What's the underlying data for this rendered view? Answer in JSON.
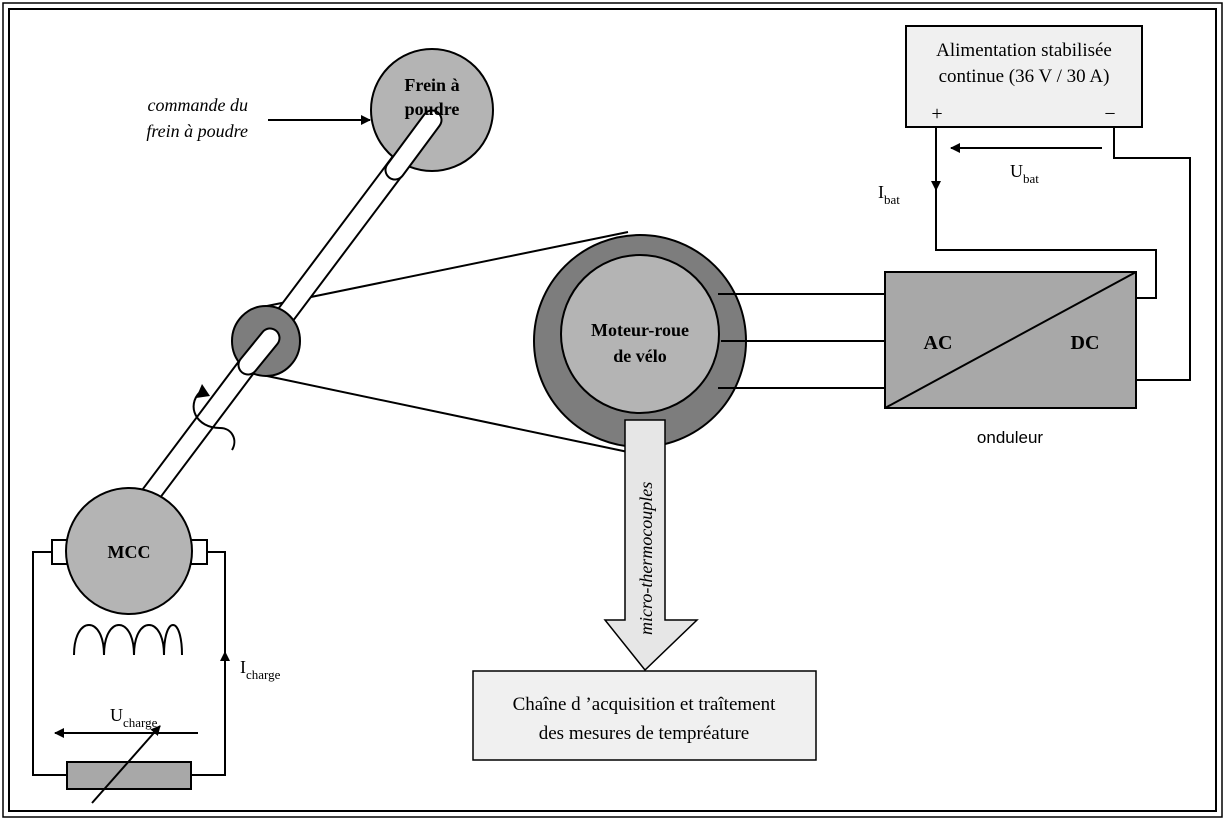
{
  "colors": {
    "light_gray": "#b4b4b4",
    "mid_gray": "#a8a8a8",
    "dark_gray": "#7d7d7d",
    "box_fill": "#f0f0f0",
    "arrow_fill": "#e6e6e6"
  },
  "brake": {
    "line1": "Frein à",
    "line2": "poudre"
  },
  "brake_command": {
    "line1": "commande du",
    "line2": "frein à poudre"
  },
  "wheel_motor": {
    "line1": "Moteur-roue",
    "line2": "de vélo"
  },
  "mcc": {
    "label": "MCC"
  },
  "inverter": {
    "ac": "AC",
    "dc": "DC",
    "caption": "onduleur"
  },
  "power_supply": {
    "line1": "Alimentation stabilisée",
    "line2": "continue (36 V / 30 A)",
    "plus": "+",
    "minus": "−"
  },
  "battery": {
    "i_main": "I",
    "i_sub": "bat",
    "u_main": "U",
    "u_sub": "bat"
  },
  "load": {
    "i_main": "I",
    "i_sub": "charge",
    "u_main": "U",
    "u_sub": "charge"
  },
  "thermocouples": {
    "label": "micro-thermocouples"
  },
  "acquisition": {
    "line1": "Chaîne d ’acquisition et traîtement",
    "line2": "des mesures de tempréature"
  }
}
